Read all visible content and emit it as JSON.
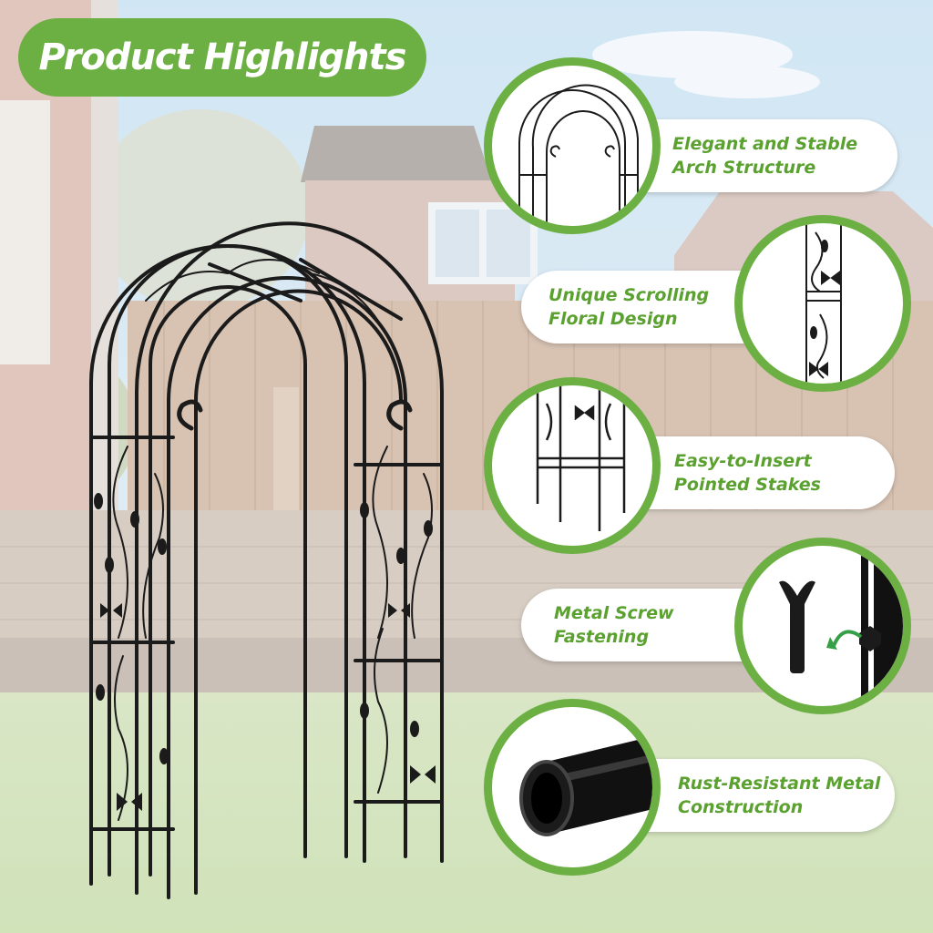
{
  "header": {
    "title": "Product Highlights"
  },
  "features": [
    {
      "label": "Elegant and Stable\nArch Structure",
      "icon": "arch-structure-icon"
    },
    {
      "label": "Unique Scrolling\nFloral Design",
      "icon": "floral-panel-icon"
    },
    {
      "label": "Easy-to-Insert\nPointed Stakes",
      "icon": "pointed-stakes-icon"
    },
    {
      "label": "Metal Screw\nFastening",
      "icon": "wing-screw-icon"
    },
    {
      "label": "Rust-Resistant Metal\nConstruction",
      "icon": "metal-tube-icon"
    }
  ],
  "colors": {
    "accent": "#6cb044",
    "text_accent": "#5aa130",
    "metal": "#1b1b1b"
  }
}
